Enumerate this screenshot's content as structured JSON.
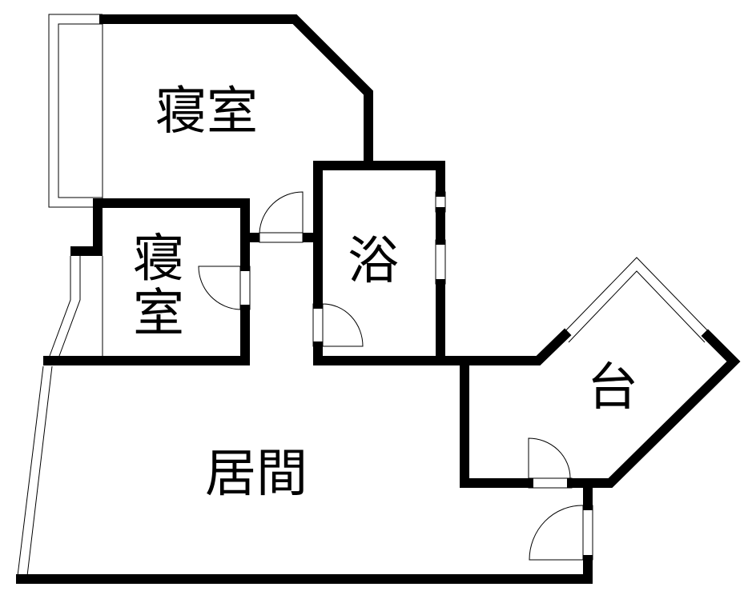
{
  "colors": {
    "wall": "#000000",
    "background": "#ffffff"
  },
  "rooms": {
    "bedroom_1": "寝室",
    "bedroom_2": "寝室",
    "bath": "浴",
    "kitchen": "台",
    "living": "居間"
  }
}
